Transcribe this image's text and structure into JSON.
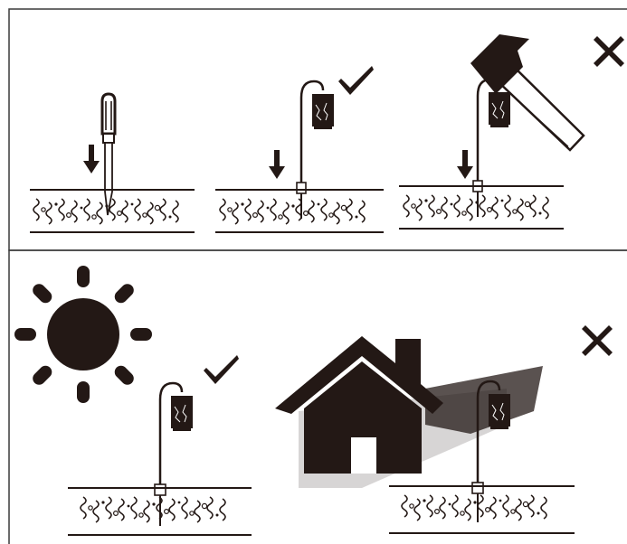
{
  "colors": {
    "ink": "#231815",
    "frame": "#3a3a3a",
    "shadow": "#2a1d19",
    "background": "#ffffff",
    "handle_wood": "#ffffff"
  },
  "panels": [
    {
      "id": "install",
      "steps": [
        {
          "tool": "screwdriver-icon",
          "arrow": "down-arrow-icon",
          "result": "none"
        },
        {
          "tool": "light-stake-icon",
          "arrow": "down-arrow-icon",
          "result": "check-icon"
        },
        {
          "tool": "hammer-icon",
          "arrow": "down-arrow-icon",
          "result": "cross-icon"
        }
      ]
    },
    {
      "id": "placement",
      "steps": [
        {
          "condition": "sun-icon",
          "light": "solar-lantern-icon",
          "result": "check-icon"
        },
        {
          "condition": "house-shade-icon",
          "light": "solar-lantern-icon",
          "result": "cross-icon"
        }
      ]
    }
  ]
}
